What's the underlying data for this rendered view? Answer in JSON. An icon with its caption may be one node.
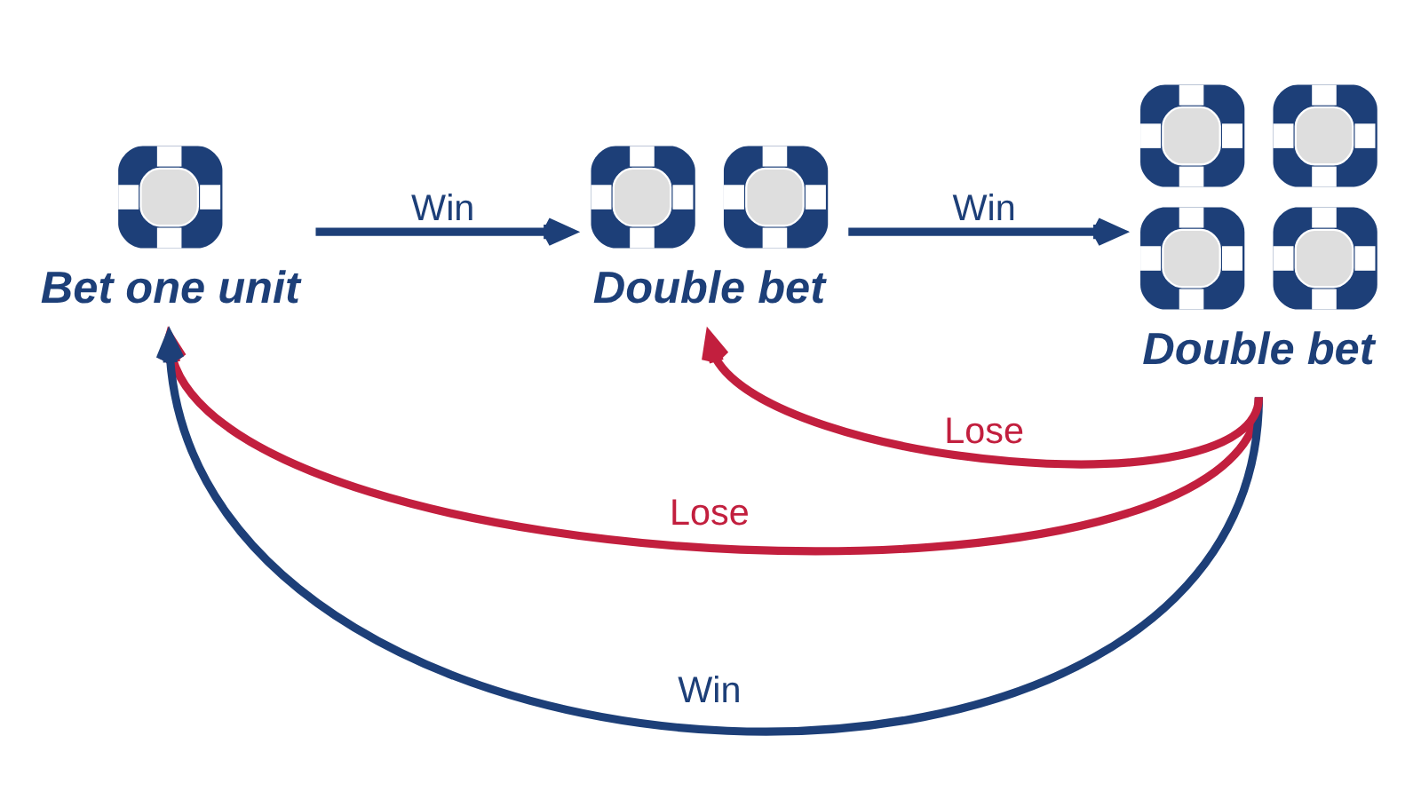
{
  "diagram": {
    "nodes": [
      {
        "text": [],
        "shape": "picture",
        "beside": [
          "Bet one unit"
        ]
      },
      {
        "text": [],
        "shape": "picture",
        "beside": [
          "Double bet"
        ]
      },
      {
        "text": [],
        "shape": "picture",
        "beside": [
          "Double bet"
        ]
      }
    ],
    "edges": [
      {
        "from": 0,
        "to": 1,
        "arrow": "to",
        "label": "Win"
      },
      {
        "from": 1,
        "to": 2,
        "arrow": "to",
        "label": "Win"
      },
      {
        "from": 2,
        "to": 0,
        "arrow": "to",
        "label": "Lose",
        "color": "#c21f3e"
      },
      {
        "from": 2,
        "to": 1,
        "arrow": "to",
        "label": "Lose",
        "color": "#c21f3e"
      },
      {
        "from": 2,
        "to": 0,
        "arrow": "to",
        "label": "Win"
      }
    ]
  }
}
